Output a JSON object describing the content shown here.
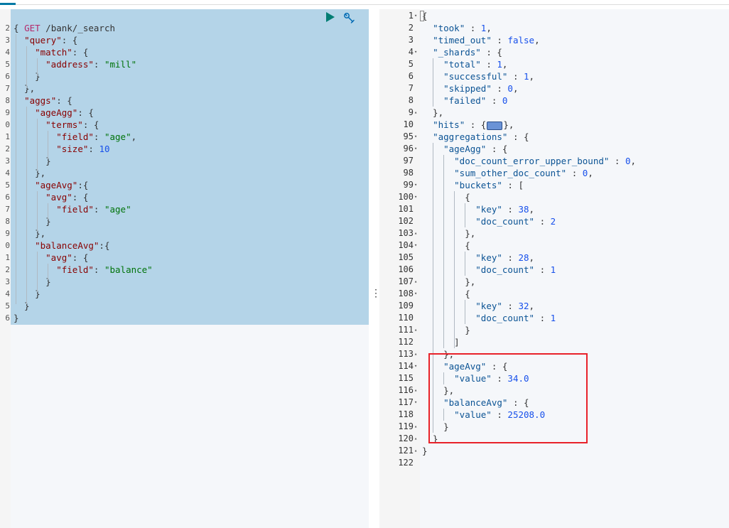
{
  "request": {
    "method": "GET",
    "path": " /bank/_search",
    "lines": [
      [
        [
          "punc",
          "{"
        ]
      ],
      [
        [
          "punc",
          "  "
        ],
        [
          "str",
          "\"query\""
        ],
        [
          "punc",
          ": {"
        ]
      ],
      [
        [
          "punc",
          "    "
        ],
        [
          "str",
          "\"match\""
        ],
        [
          "punc",
          ": {"
        ]
      ],
      [
        [
          "punc",
          "      "
        ],
        [
          "str",
          "\"address\""
        ],
        [
          "punc",
          ": "
        ],
        [
          "strv",
          "\"mill\""
        ]
      ],
      [
        [
          "punc",
          "    }"
        ]
      ],
      [
        [
          "punc",
          "  },"
        ]
      ],
      [
        [
          "punc",
          "  "
        ],
        [
          "str",
          "\"aggs\""
        ],
        [
          "punc",
          ": {"
        ]
      ],
      [
        [
          "punc",
          "    "
        ],
        [
          "str",
          "\"ageAgg\""
        ],
        [
          "punc",
          ": {"
        ]
      ],
      [
        [
          "punc",
          "      "
        ],
        [
          "str",
          "\"terms\""
        ],
        [
          "punc",
          ": {"
        ]
      ],
      [
        [
          "punc",
          "        "
        ],
        [
          "str",
          "\"field\""
        ],
        [
          "punc",
          ": "
        ],
        [
          "strv",
          "\"age\""
        ],
        [
          "punc",
          ","
        ]
      ],
      [
        [
          "punc",
          "        "
        ],
        [
          "str",
          "\"size\""
        ],
        [
          "punc",
          ": "
        ],
        [
          "num",
          "10"
        ]
      ],
      [
        [
          "punc",
          "      }"
        ]
      ],
      [
        [
          "punc",
          "    },"
        ]
      ],
      [
        [
          "punc",
          "    "
        ],
        [
          "str",
          "\"ageAvg\""
        ],
        [
          "punc",
          ":{"
        ]
      ],
      [
        [
          "punc",
          "      "
        ],
        [
          "str",
          "\"avg\""
        ],
        [
          "punc",
          ": {"
        ]
      ],
      [
        [
          "punc",
          "        "
        ],
        [
          "str",
          "\"field\""
        ],
        [
          "punc",
          ": "
        ],
        [
          "strv",
          "\"age\""
        ]
      ],
      [
        [
          "punc",
          "      }"
        ]
      ],
      [
        [
          "punc",
          "    },"
        ]
      ],
      [
        [
          "punc",
          "    "
        ],
        [
          "str",
          "\"balanceAvg\""
        ],
        [
          "punc",
          ":{"
        ]
      ],
      [
        [
          "punc",
          "      "
        ],
        [
          "str",
          "\"avg\""
        ],
        [
          "punc",
          ": {"
        ]
      ],
      [
        [
          "punc",
          "        "
        ],
        [
          "str",
          "\"field\""
        ],
        [
          "punc",
          ": "
        ],
        [
          "strv",
          "\"balance\""
        ]
      ],
      [
        [
          "punc",
          "      }"
        ]
      ],
      [
        [
          "punc",
          "    }"
        ]
      ],
      [
        [
          "punc",
          "  }"
        ]
      ],
      [
        [
          "punc",
          "}"
        ]
      ]
    ],
    "gutter_marks": [
      "",
      "2",
      "3",
      "4",
      "5",
      "6",
      "7",
      "8",
      "9",
      "0",
      "1",
      "2",
      "3",
      "4",
      "5",
      "6",
      "7",
      "8",
      "9",
      "0",
      "1",
      "2",
      "3",
      "4",
      "5",
      "6"
    ]
  },
  "response": {
    "line_numbers": [
      "1",
      "2",
      "3",
      "4",
      "5",
      "6",
      "7",
      "8",
      "9",
      "10",
      "95",
      "96",
      "97",
      "98",
      "99",
      "100",
      "101",
      "102",
      "103",
      "104",
      "105",
      "106",
      "107",
      "108",
      "109",
      "110",
      "111",
      "112",
      "113",
      "114",
      "115",
      "116",
      "117",
      "118",
      "119",
      "120",
      "121",
      "122"
    ],
    "fold_markers": [
      "▾",
      "",
      "",
      "▾",
      "",
      "",
      "",
      "",
      "▴",
      "",
      "▾",
      "▾",
      "",
      "",
      "▾",
      "▾",
      "",
      "",
      "▴",
      "▾",
      "",
      "",
      "▴",
      "▾",
      "",
      "",
      "▴",
      "",
      "▴",
      "▾",
      "",
      "▴",
      "▾",
      "",
      "▴",
      "▴",
      "▴",
      ""
    ],
    "lines": [
      [
        [
          "punc",
          "{"
        ]
      ],
      [
        [
          "punc",
          "  "
        ],
        [
          "rkey",
          "\"took\""
        ],
        [
          "punc",
          " : "
        ],
        [
          "num",
          "1"
        ],
        [
          "punc",
          ","
        ]
      ],
      [
        [
          "punc",
          "  "
        ],
        [
          "rkey",
          "\"timed_out\""
        ],
        [
          "punc",
          " : "
        ],
        [
          "kw",
          "false"
        ],
        [
          "punc",
          ","
        ]
      ],
      [
        [
          "punc",
          "  "
        ],
        [
          "rkey",
          "\"_shards\""
        ],
        [
          "punc",
          " : {"
        ]
      ],
      [
        [
          "punc",
          "    "
        ],
        [
          "rkey",
          "\"total\""
        ],
        [
          "punc",
          " : "
        ],
        [
          "num",
          "1"
        ],
        [
          "punc",
          ","
        ]
      ],
      [
        [
          "punc",
          "    "
        ],
        [
          "rkey",
          "\"successful\""
        ],
        [
          "punc",
          " : "
        ],
        [
          "num",
          "1"
        ],
        [
          "punc",
          ","
        ]
      ],
      [
        [
          "punc",
          "    "
        ],
        [
          "rkey",
          "\"skipped\""
        ],
        [
          "punc",
          " : "
        ],
        [
          "num",
          "0"
        ],
        [
          "punc",
          ","
        ]
      ],
      [
        [
          "punc",
          "    "
        ],
        [
          "rkey",
          "\"failed\""
        ],
        [
          "punc",
          " : "
        ],
        [
          "num",
          "0"
        ]
      ],
      [
        [
          "punc",
          "  },"
        ]
      ],
      [
        [
          "punc",
          "  "
        ],
        [
          "rkey",
          "\"hits\""
        ],
        [
          "punc",
          " : {"
        ],
        [
          "collapsed",
          ""
        ],
        [
          "punc",
          "},"
        ]
      ],
      [
        [
          "punc",
          "  "
        ],
        [
          "rkey",
          "\"aggregations\""
        ],
        [
          "punc",
          " : {"
        ]
      ],
      [
        [
          "punc",
          "    "
        ],
        [
          "rkey",
          "\"ageAgg\""
        ],
        [
          "punc",
          " : {"
        ]
      ],
      [
        [
          "punc",
          "      "
        ],
        [
          "rkey",
          "\"doc_count_error_upper_bound\""
        ],
        [
          "punc",
          " : "
        ],
        [
          "num",
          "0"
        ],
        [
          "punc",
          ","
        ]
      ],
      [
        [
          "punc",
          "      "
        ],
        [
          "rkey",
          "\"sum_other_doc_count\""
        ],
        [
          "punc",
          " : "
        ],
        [
          "num",
          "0"
        ],
        [
          "punc",
          ","
        ]
      ],
      [
        [
          "punc",
          "      "
        ],
        [
          "rkey",
          "\"buckets\""
        ],
        [
          "punc",
          " : ["
        ]
      ],
      [
        [
          "punc",
          "        {"
        ]
      ],
      [
        [
          "punc",
          "          "
        ],
        [
          "rkey",
          "\"key\""
        ],
        [
          "punc",
          " : "
        ],
        [
          "num",
          "38"
        ],
        [
          "punc",
          ","
        ]
      ],
      [
        [
          "punc",
          "          "
        ],
        [
          "rkey",
          "\"doc_count\""
        ],
        [
          "punc",
          " : "
        ],
        [
          "num",
          "2"
        ]
      ],
      [
        [
          "punc",
          "        },"
        ]
      ],
      [
        [
          "punc",
          "        {"
        ]
      ],
      [
        [
          "punc",
          "          "
        ],
        [
          "rkey",
          "\"key\""
        ],
        [
          "punc",
          " : "
        ],
        [
          "num",
          "28"
        ],
        [
          "punc",
          ","
        ]
      ],
      [
        [
          "punc",
          "          "
        ],
        [
          "rkey",
          "\"doc_count\""
        ],
        [
          "punc",
          " : "
        ],
        [
          "num",
          "1"
        ]
      ],
      [
        [
          "punc",
          "        },"
        ]
      ],
      [
        [
          "punc",
          "        {"
        ]
      ],
      [
        [
          "punc",
          "          "
        ],
        [
          "rkey",
          "\"key\""
        ],
        [
          "punc",
          " : "
        ],
        [
          "num",
          "32"
        ],
        [
          "punc",
          ","
        ]
      ],
      [
        [
          "punc",
          "          "
        ],
        [
          "rkey",
          "\"doc_count\""
        ],
        [
          "punc",
          " : "
        ],
        [
          "num",
          "1"
        ]
      ],
      [
        [
          "punc",
          "        }"
        ]
      ],
      [
        [
          "punc",
          "      ]"
        ]
      ],
      [
        [
          "punc",
          "    },"
        ]
      ],
      [
        [
          "punc",
          "    "
        ],
        [
          "rkey",
          "\"ageAvg\""
        ],
        [
          "punc",
          " : {"
        ]
      ],
      [
        [
          "punc",
          "      "
        ],
        [
          "rkey",
          "\"value\""
        ],
        [
          "punc",
          " : "
        ],
        [
          "num",
          "34.0"
        ]
      ],
      [
        [
          "punc",
          "    },"
        ]
      ],
      [
        [
          "punc",
          "    "
        ],
        [
          "rkey",
          "\"balanceAvg\""
        ],
        [
          "punc",
          " : {"
        ]
      ],
      [
        [
          "punc",
          "      "
        ],
        [
          "rkey",
          "\"value\""
        ],
        [
          "punc",
          " : "
        ],
        [
          "num",
          "25208.0"
        ]
      ],
      [
        [
          "punc",
          "    }"
        ]
      ],
      [
        [
          "punc",
          "  }"
        ]
      ],
      [
        [
          "punc",
          "}"
        ]
      ],
      [
        [
          "punc",
          ""
        ]
      ]
    ]
  },
  "icons": {
    "run": "play-icon",
    "settings": "wrench-icon",
    "resize": "vertical-dots-icon"
  },
  "colors": {
    "selection": "#b4d4e8",
    "highlight_box": "#e8222a",
    "run_button": "#017d73"
  }
}
